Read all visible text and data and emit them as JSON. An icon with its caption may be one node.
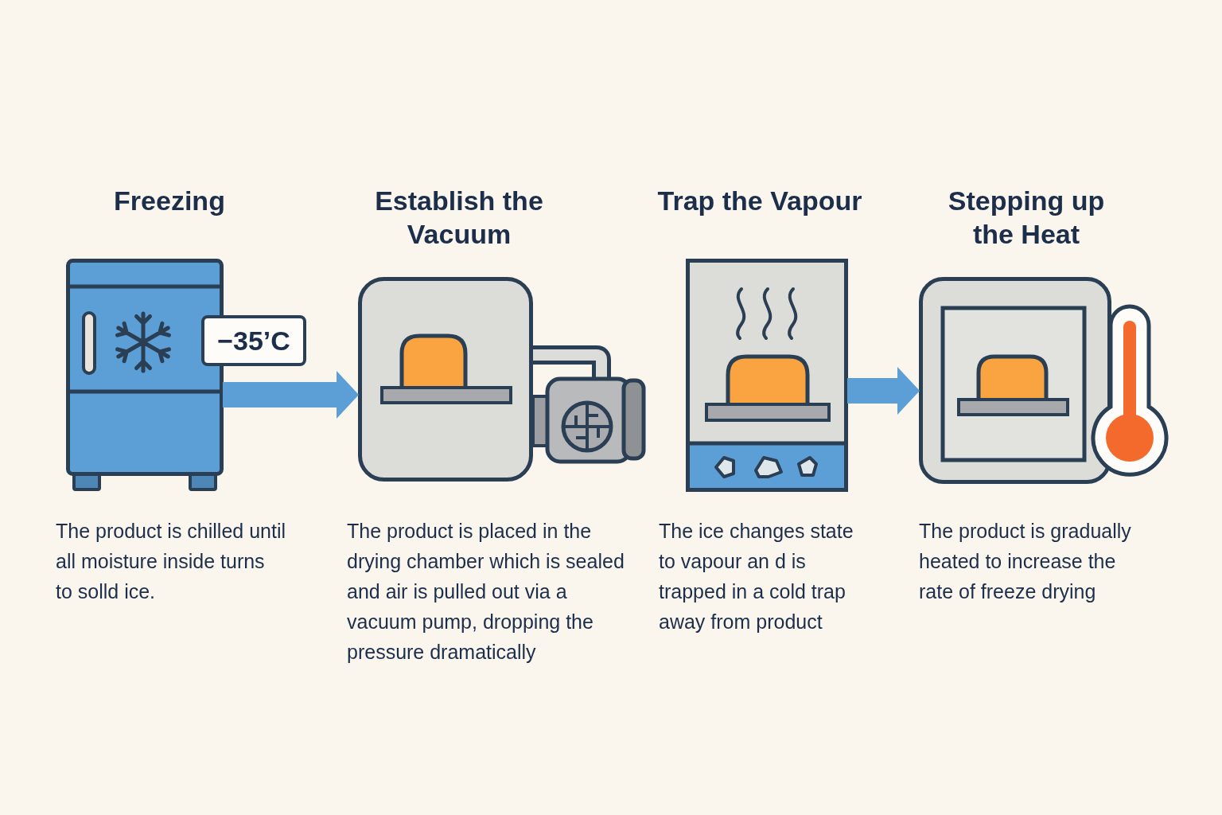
{
  "diagram": {
    "nodes": [
      {
        "text": [
          "Freezing"
        ],
        "beside": [
          "The product is chilled until all moisture inside turns to solld ice."
        ]
      },
      {
        "text": [
          "−35’C"
        ]
      },
      {
        "text": [
          "Establish the Vacuum"
        ],
        "beside": [
          "The product is placed in the drying chamber which is sealed and air is pulled out via a vacuum pump, dropping the pressure dramatically"
        ]
      },
      {
        "text": [
          "Trap the Vapour"
        ],
        "beside": [
          "The ice changes state to vapour an d is trapped in a cold trap away from product"
        ]
      },
      {
        "text": [
          "Stepping up the Heat"
        ],
        "beside": [
          "The product is gradually heated to increase the rate of freeze drying"
        ]
      }
    ],
    "edges": [
      {
        "from": 0,
        "to": 2,
        "arrow": "to"
      },
      {
        "from": 3,
        "to": 4,
        "arrow": "to"
      }
    ]
  }
}
